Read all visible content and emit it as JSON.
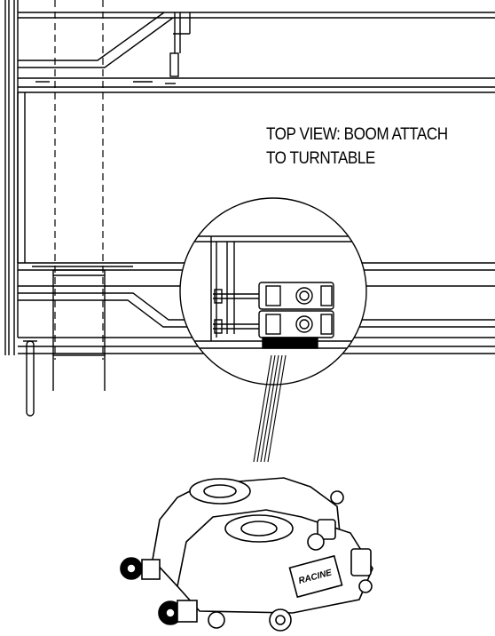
{
  "caption": {
    "line1": "TOP VIEW: BOOM ATTACH",
    "line2": "TO TURNTABLE"
  },
  "valve_label": "RACINE",
  "colors": {
    "ink": "#000000",
    "paper": "#ffffff"
  }
}
